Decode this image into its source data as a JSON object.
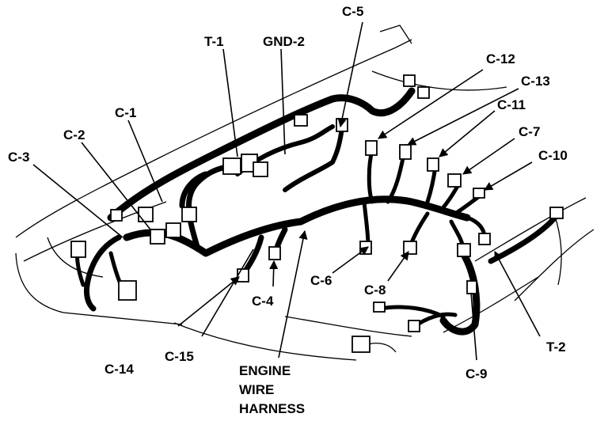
{
  "labels": {
    "c5": "C-5",
    "t1": "T-1",
    "gnd2": "GND-2",
    "c12": "C-12",
    "c13": "C-13",
    "c1": "C-1",
    "c11": "C-11",
    "c2": "C-2",
    "c7": "C-7",
    "c3": "C-3",
    "c10": "C-10",
    "c6": "C-6",
    "c8": "C-8",
    "c4": "C-4",
    "c14": "C-14",
    "c15": "C-15",
    "t2": "T-2",
    "c9": "C-9",
    "harness_line1": "ENGINE",
    "harness_line2": "WIRE",
    "harness_line3": "HARNESS"
  }
}
